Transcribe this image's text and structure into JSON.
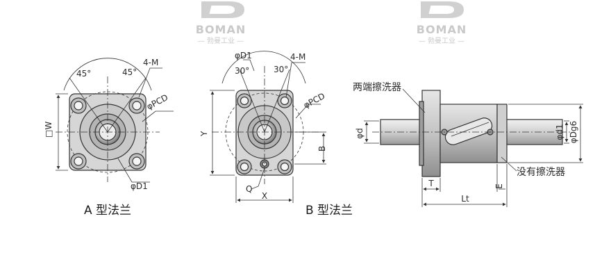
{
  "watermark": {
    "brand": "BOMAN",
    "tagline": "— 勃曼工业 —",
    "color": "#c9c9c9"
  },
  "flange_a": {
    "caption": "A 型法兰",
    "angle_left": "45°",
    "angle_right": "45°",
    "bolt_label": "4-M",
    "pcd_label": "φPCD",
    "width_label": "□W",
    "d1_label": "φD1"
  },
  "flange_b": {
    "caption": "B 型法兰",
    "d1_label": "φD1",
    "angle_left": "30°",
    "angle_right": "30°",
    "bolt_label": "4-M",
    "pcd_label": "φPCD",
    "y_label": "Y",
    "b_label": "B",
    "q_label": "Q",
    "x_label": "X"
  },
  "side_view": {
    "washer_label": "两端擦洗器",
    "no_washer_label": "没有擦洗器",
    "d_label": "φd",
    "d1_label": "φd1",
    "dg6_label": "φDg6",
    "t_label": "T",
    "e_label": "E",
    "lt_label": "Lt"
  },
  "colors": {
    "line": "#333333",
    "fill_light": "#d9d9d9",
    "fill_mid": "#bdbdbd",
    "fill_dark": "#8a8a8a"
  }
}
